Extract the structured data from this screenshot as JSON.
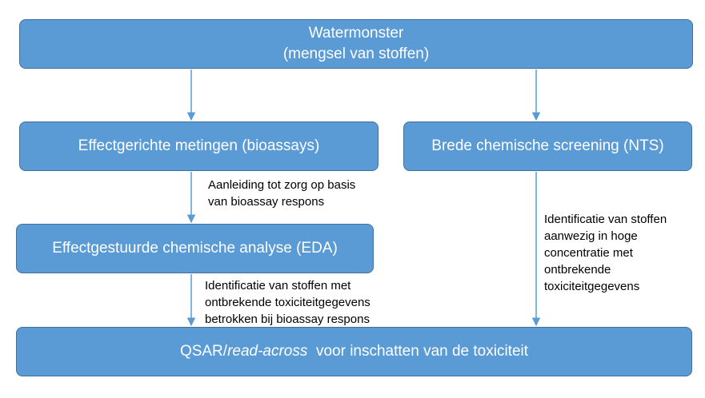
{
  "boxes": {
    "top": {
      "line1": "Watermonster",
      "line2": "(mengsel van stoffen)"
    },
    "bioassays": "Effectgerichte metingen (bioassays)",
    "nts": "Brede chemische screening (NTS)",
    "eda": "Effectgestuurde chemische analyse (EDA)",
    "qsar": {
      "prefix": "QSAR/",
      "italic": "read-across",
      "suffix": "  voor inschatten van de toxiciteit"
    }
  },
  "labels": {
    "bioassay_to_eda": "Aanleiding tot zorg op basis\nvan bioassay respons",
    "eda_to_qsar": "Identificatie van stoffen met\nontbrekende toxiciteitgegevens\nbetrokken bij bioassay respons",
    "nts_to_qsar": "Identificatie van stoffen\naanwezig in hoge\nconcentratie met\nontbrekende\ntoxiciteitgegevens"
  },
  "colors": {
    "box_fill": "#5b9bd5",
    "box_border": "#41719c",
    "arrow": "#5b9bd5"
  }
}
